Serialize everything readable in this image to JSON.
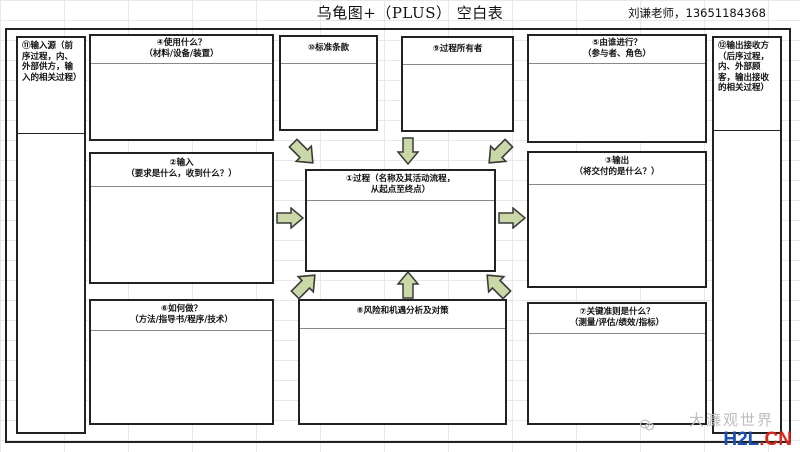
{
  "header": {
    "title": "乌龟图+（PLUS）  空白表",
    "author": "刘谦老师，13651184368"
  },
  "boxes": {
    "input_supplier": "⑪输入源（前序过程，内、外部供方，输入的相关过程）",
    "what_used": {
      "title": "④使用什么？",
      "sub": "（材料/设备/装置）"
    },
    "standard_clause": "⑩标准条款",
    "process_owner": "⑨过程所有者",
    "who_performs": {
      "title": "⑤由谁进行？",
      "sub": "（参与者、角色）"
    },
    "output_receiver": "⑫输出接收方（后序过程，内、外部顾客，输出接收的相关过程）",
    "input": {
      "title": "②输入",
      "sub": "（要求是什么，收到什么？）"
    },
    "process": {
      "title": "①过程（名称及其活动流程，",
      "sub": "从起点至终点）"
    },
    "output": {
      "title": "③输出",
      "sub": "（将交付的是什么？）"
    },
    "how_done": {
      "title": "⑥如何做？",
      "sub": "（方法/指导书/程序/技术）"
    },
    "risk": "⑧风险和机遇分析及对策",
    "key_criteria": {
      "title": "⑦关键准则是什么？",
      "sub": "（测量/评估/绩效/指标）"
    }
  },
  "watermark": "大濂观世界",
  "logo": {
    "h2l": "H2L",
    "cn": ".CN"
  },
  "colors": {
    "arrow_fill": "#c9d8a6",
    "arrow_stroke": "#3a3a3a",
    "logo_blue": "#1a4fb3",
    "logo_red": "#d8261b"
  }
}
